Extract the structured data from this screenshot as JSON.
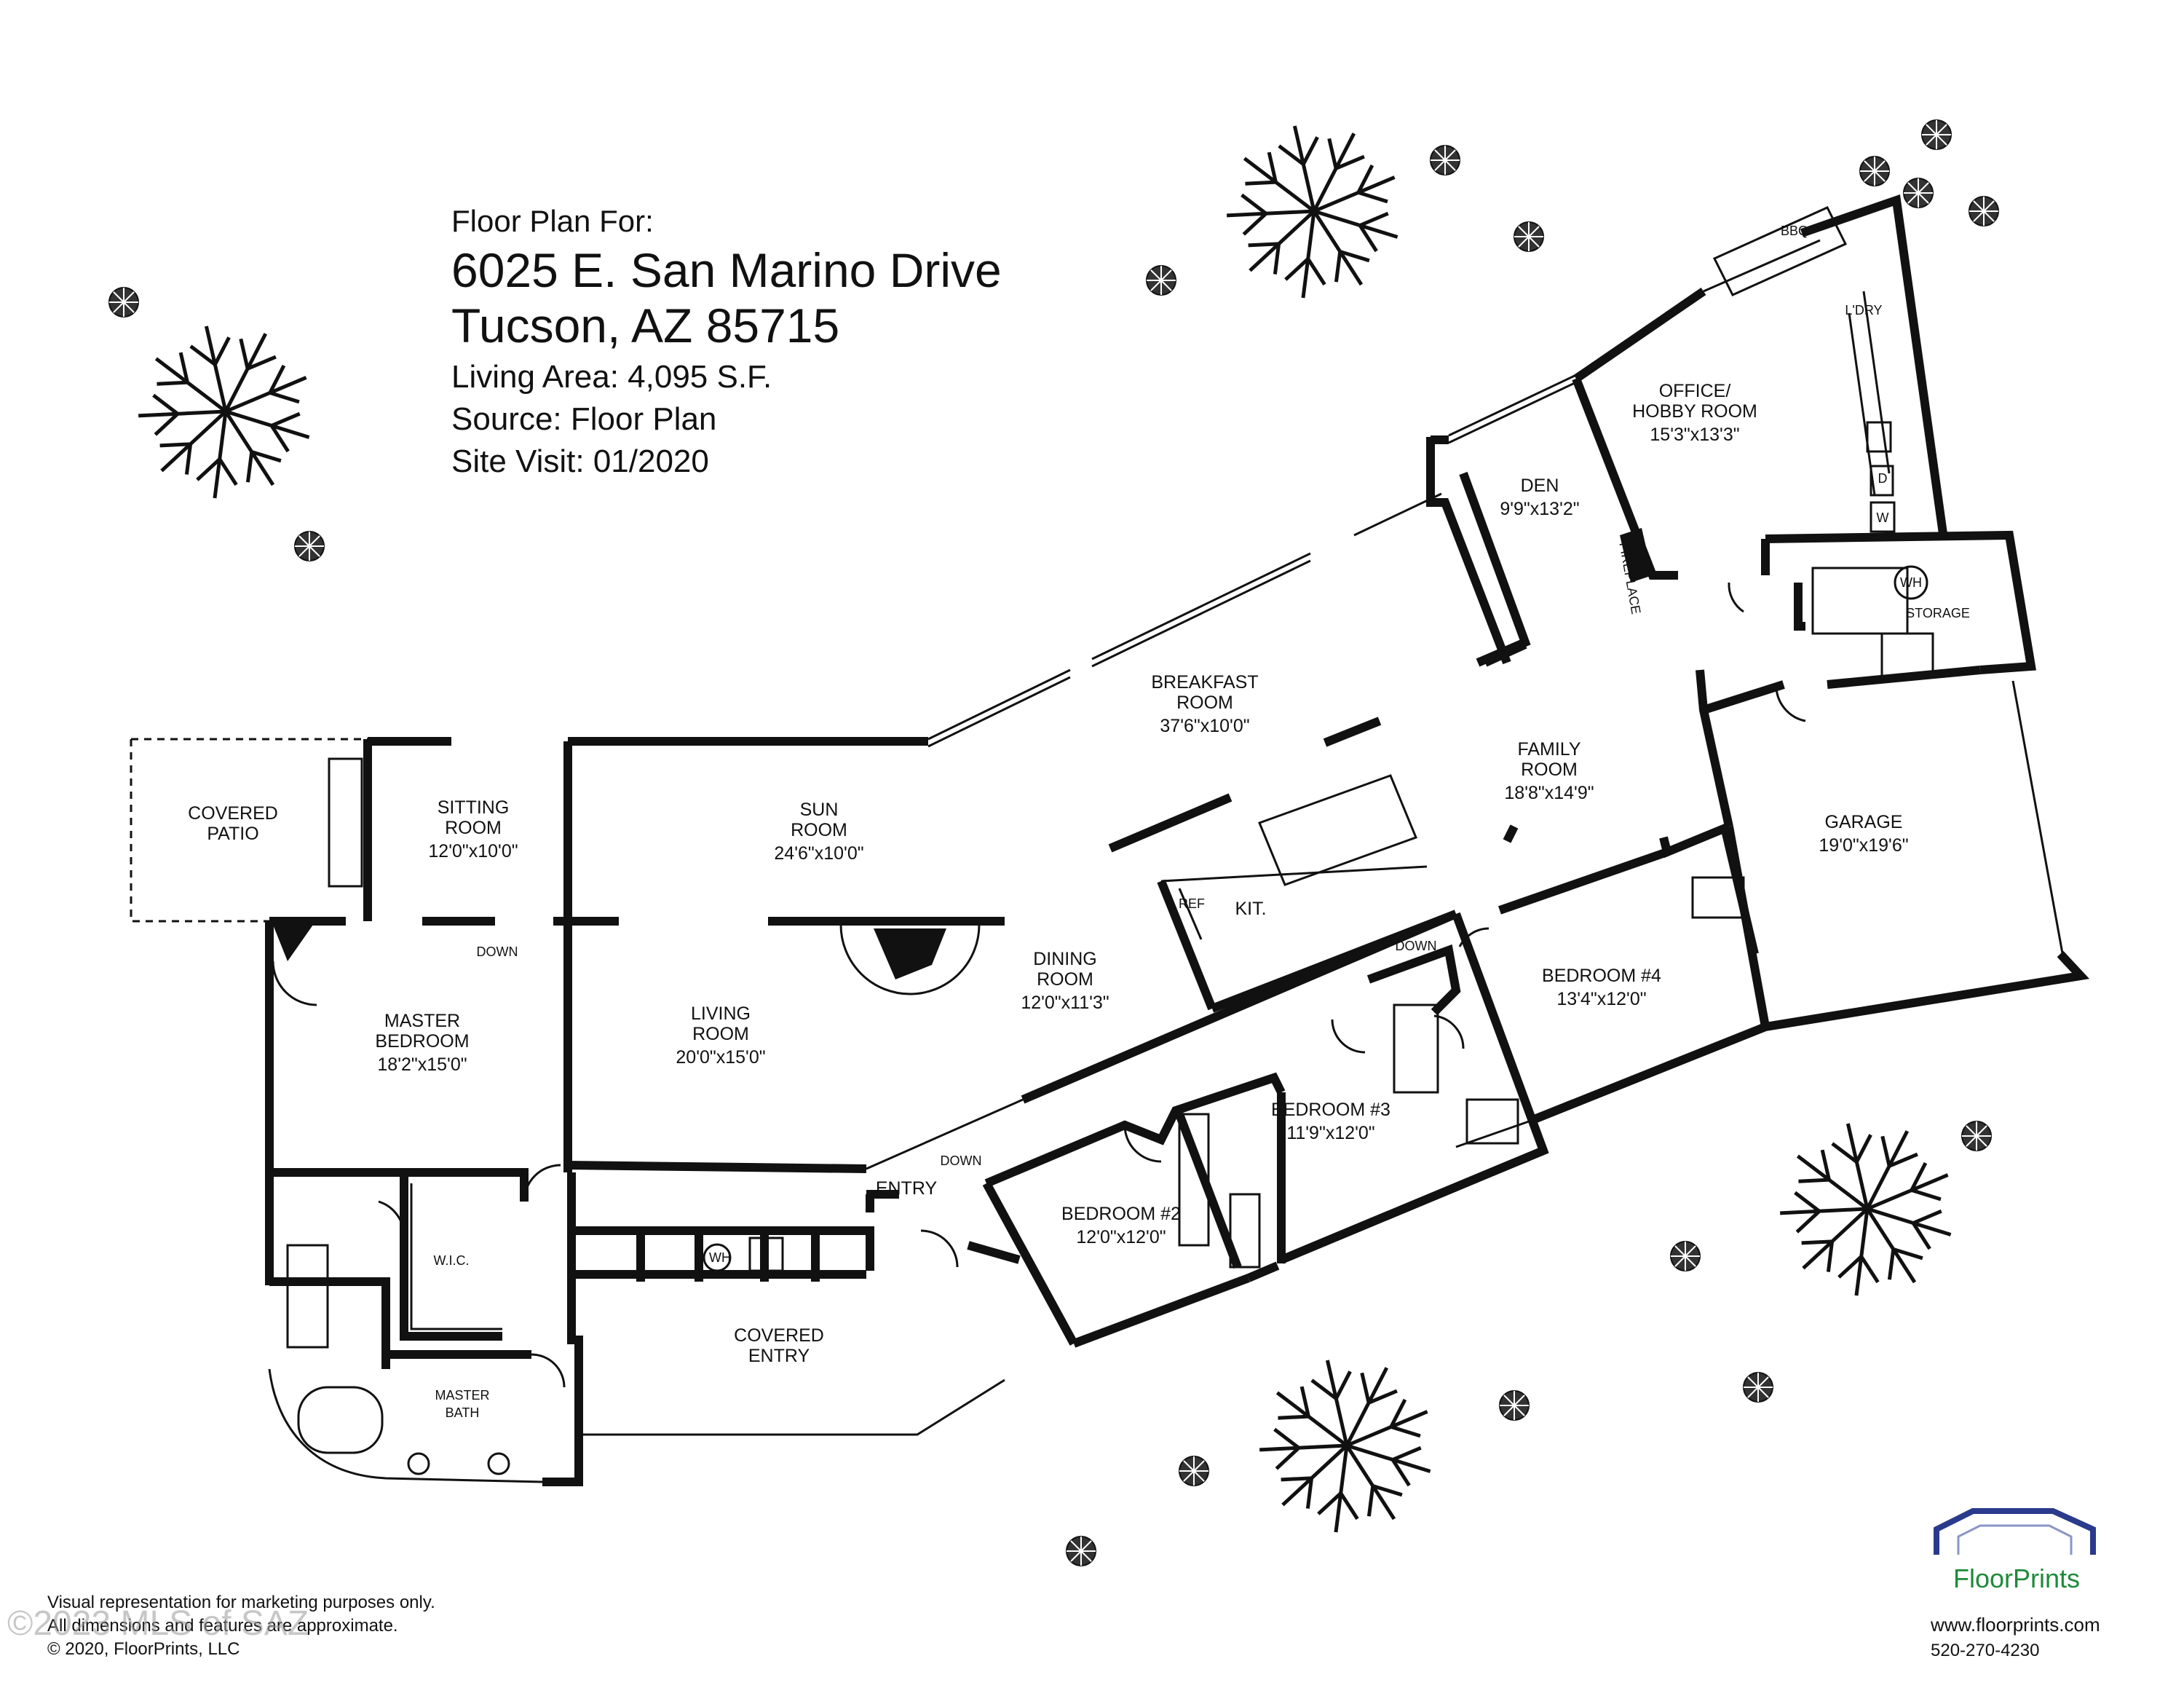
{
  "header": {
    "line1": "Floor Plan For:",
    "line2": "6025 E. San Marino Drive",
    "line3": "Tucson, AZ  85715",
    "line4": "Living Area:  4,095 S.F.",
    "line5": "Source:  Floor Plan",
    "line6": "Site Visit:  01/2020"
  },
  "rooms": {
    "covered_patio": {
      "l1": "COVERED",
      "l2": "PATIO"
    },
    "sitting_room": {
      "l1": "SITTING",
      "l2": "ROOM",
      "dim": "12'0\"x10'0\""
    },
    "sun_room": {
      "l1": "SUN",
      "l2": "ROOM",
      "dim": "24'6\"x10'0\""
    },
    "breakfast_room": {
      "l1": "BREAKFAST",
      "l2": "ROOM",
      "dim": "37'6\"x10'0\""
    },
    "den": {
      "l1": "DEN",
      "dim": "9'9\"x13'2\""
    },
    "office": {
      "l1": "OFFICE/",
      "l2": "HOBBY ROOM",
      "dim": "15'3\"x13'3\""
    },
    "family_room": {
      "l1": "FAMILY",
      "l2": "ROOM",
      "dim": "18'8\"x14'9\""
    },
    "garage": {
      "l1": "GARAGE",
      "dim": "19'0\"x19'6\""
    },
    "master_bedroom": {
      "l1": "MASTER",
      "l2": "BEDROOM",
      "dim": "18'2\"x15'0\""
    },
    "living_room": {
      "l1": "LIVING",
      "l2": "ROOM",
      "dim": "20'0\"x15'0\""
    },
    "dining_room": {
      "l1": "DINING",
      "l2": "ROOM",
      "dim": "12'0\"x11'3\""
    },
    "bedroom4": {
      "l1": "BEDROOM #4",
      "dim": "13'4\"x12'0\""
    },
    "bedroom3": {
      "l1": "BEDROOM #3",
      "dim": "11'9\"x12'0\""
    },
    "bedroom2": {
      "l1": "BEDROOM #2",
      "dim": "12'0\"x12'0\""
    },
    "wic": {
      "l1": "W.I.C."
    },
    "master_bath": {
      "l1": "MASTER",
      "l2": "BATH"
    },
    "covered_entry": {
      "l1": "COVERED",
      "l2": "ENTRY"
    },
    "entry": {
      "l1": "ENTRY"
    },
    "kit": {
      "l1": "KIT."
    },
    "storage": {
      "l1": "STORAGE"
    }
  },
  "fixtures": {
    "bbq": "BBQ",
    "ldry": "L'DRY",
    "ref": "REF",
    "wh": "WH",
    "fireplace": "FIREPLACE",
    "d": "D",
    "w": "W",
    "down1": "DOWN",
    "down2": "DOWN",
    "down3": "DOWN"
  },
  "footer": {
    "disclaimer1": "Visual representation for marketing purposes only.",
    "disclaimer2": "All dimensions and features are approximate.",
    "copyright": "© 2020, FloorPrints, LLC",
    "watermark": "©2023 MLS of SAZ"
  },
  "brand": {
    "name": "FloorPrints",
    "web": "www.floorprints.com",
    "phone": "520-270-4230",
    "logo_color": "#2a3a8c",
    "accent_color": "#1d8a3a"
  }
}
